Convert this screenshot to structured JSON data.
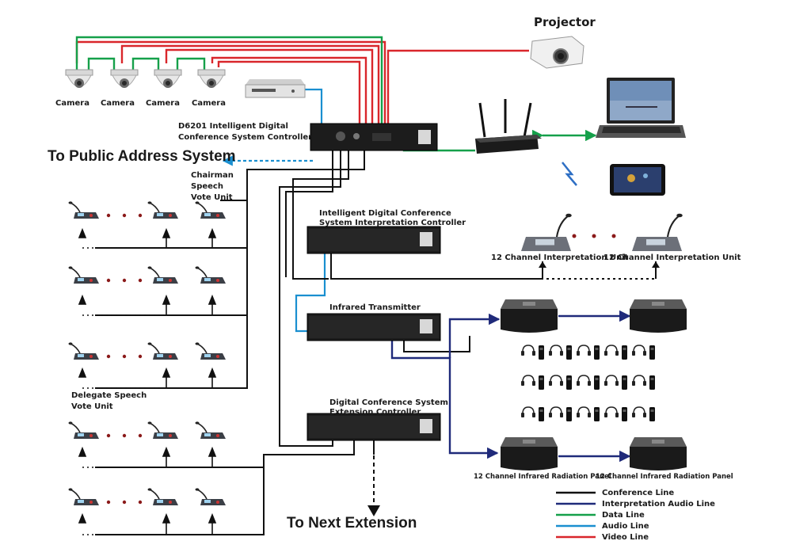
{
  "labels": {
    "projector": "Projector",
    "camera": "Camera",
    "controller": "D6201 Intelligent Digital Conference System Controller",
    "controller_l1": "D6201 Intelligent Digital",
    "controller_l2": "Conference System Controller",
    "public_address": "To Public Address System",
    "chairman_l1": "Chairman",
    "chairman_l2": "Speech",
    "chairman_l3": "Vote Unit",
    "interp_ctrl_l1": "Intelligent Digital Conference",
    "interp_ctrl_l2": "System Interpretation Controller",
    "interp_unit": "12 Channel Interpretation Unit",
    "ir_transmitter": "Infrared Transmitter",
    "delegate_l1": "Delegate Speech",
    "delegate_l2": "Vote Unit",
    "ext_ctrl_l1": "Digital Conference System",
    "ext_ctrl_l2": "Extension Controller",
    "next_extension": "To Next Extension",
    "ir_panel": "12 Channel Infrared Radiation Panel"
  },
  "legend": [
    {
      "label": "Conference Line",
      "color": "#111111"
    },
    {
      "label": "Interpretation Audio Line",
      "color": "#1f2a7a"
    },
    {
      "label": "Data Line",
      "color": "#15a04a"
    },
    {
      "label": "Audio Line",
      "color": "#1a8fd0"
    },
    {
      "label": "Video Line",
      "color": "#d9262b"
    }
  ],
  "colors": {
    "conference": "#111111",
    "interpretation": "#1f2a7a",
    "data": "#15a04a",
    "audio": "#1a8fd0",
    "video": "#d9262b",
    "dots": "#8b1a1a"
  },
  "icons": {
    "camera": "dome-camera-icon",
    "projector": "projector-icon",
    "dvd": "dvd-player-icon",
    "router": "wifi-router-icon",
    "laptop": "laptop-icon",
    "tablet": "tablet-icon",
    "mic": "microphone-unit-icon",
    "headphone": "headphone-receiver-icon",
    "rack": "rack-controller-icon",
    "radiator": "ir-radiator-icon"
  }
}
